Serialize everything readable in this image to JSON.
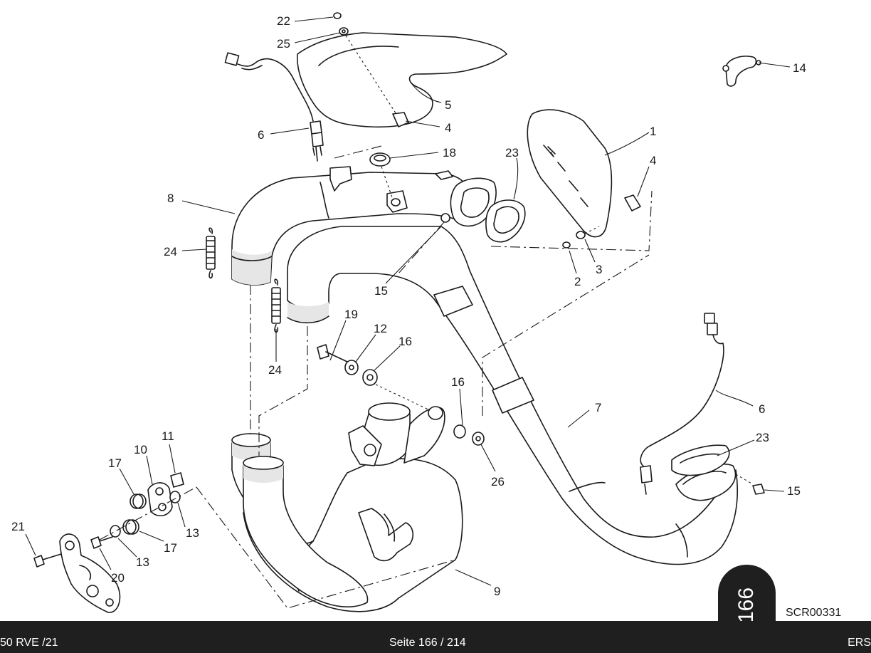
{
  "labels": {
    "l1": "1",
    "l2": "2",
    "l3": "3",
    "l4a": "4",
    "l4b": "4",
    "l5": "5",
    "l6a": "6",
    "l6b": "6",
    "l7": "7",
    "l8": "8",
    "l9": "9",
    "l10": "10",
    "l11": "11",
    "l12": "12",
    "l13a": "13",
    "l13b": "13",
    "l14": "14",
    "l15a": "15",
    "l15b": "15",
    "l16a": "16",
    "l16b": "16",
    "l17a": "17",
    "l17b": "17",
    "l18": "18",
    "l19": "19",
    "l20": "20",
    "l21": "21",
    "l22": "22",
    "l23a": "23",
    "l23b": "23",
    "l24a": "24",
    "l24b": "24",
    "l25": "25",
    "l26": "26"
  },
  "page_tab": "166",
  "figure_code": "SCR00331",
  "footer": {
    "left": "50 RVE /21",
    "center": "Seite   166 / 214",
    "right": "ERS"
  },
  "colors": {
    "footer_bg": "#1f1f1f",
    "line": "#1a1a1a",
    "shade": "#e6e6e6"
  }
}
